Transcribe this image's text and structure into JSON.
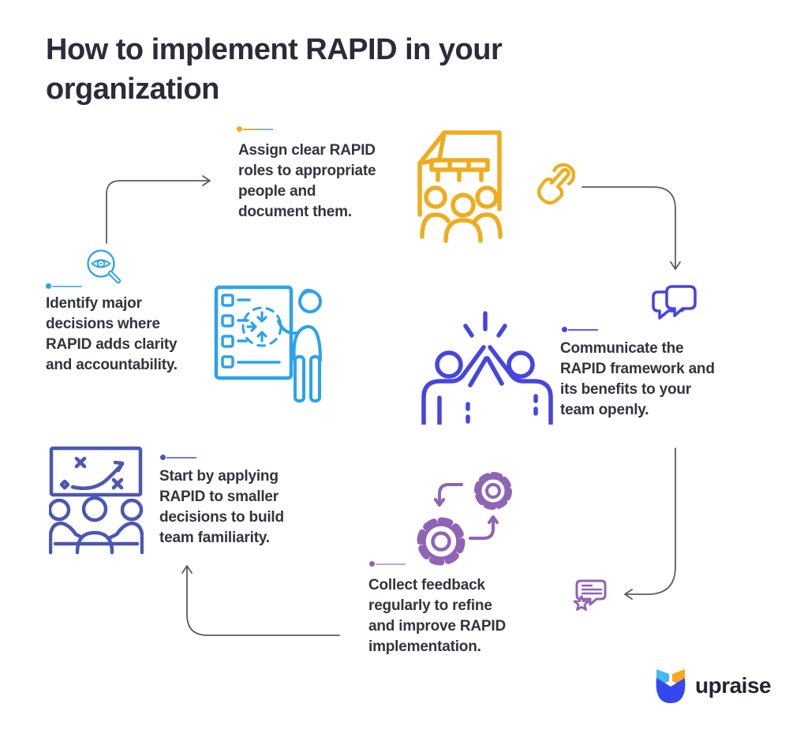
{
  "title": {
    "line1": "How to implement RAPID in your",
    "line2": "organization"
  },
  "steps": {
    "identify": {
      "lines": [
        "Identify major",
        "decisions where",
        "RAPID adds clarity",
        "and accountability."
      ],
      "accent": "#2BA2EE"
    },
    "assign": {
      "lines": [
        "Assign clear RAPID",
        "roles to appropriate",
        "people and",
        "document them."
      ],
      "accent": "#EFAC1E"
    },
    "communicate": {
      "lines": [
        "Communicate the",
        "RAPID framework and",
        "its benefits to your",
        "team openly."
      ],
      "accent": "#4645E2"
    },
    "collect": {
      "lines": [
        "Collect feedback",
        "regularly to refine",
        "and improve RAPID",
        "implementation."
      ],
      "accent": "#8F63B5"
    },
    "start": {
      "lines": [
        "Start by applying",
        "RAPID to smaller",
        "decisions to build",
        "team familiarity."
      ],
      "accent": "#4A57B5"
    }
  },
  "icons": {
    "search_eye": "magnifier-with-eye",
    "document_team": "org-chart-document-with-people",
    "tap_cursor": "hand-tap",
    "checklist_person": "checklist-board-with-person",
    "high_five": "team-high-five",
    "chat_bubbles": "speech-bubbles",
    "strategy_meeting": "strategy-board-meeting",
    "gears_cycle": "gears-feedback-loop",
    "feedback_badge": "review-bubble-with-star"
  },
  "colors": {
    "title_text": "#2A2C3A",
    "step_text": "#32343E",
    "yellow": "#EFAC1E",
    "light_blue": "#2BA2EE",
    "indigo": "#4645E2",
    "navy_indigo": "#4A57B5",
    "purple": "#8F63B5",
    "arrow_gray": "#5A5C66",
    "logo_blue": "#3348F0",
    "logo_cyan": "#45B9F2",
    "logo_orange": "#F8A81E"
  },
  "logo": {
    "text": "upraise"
  }
}
